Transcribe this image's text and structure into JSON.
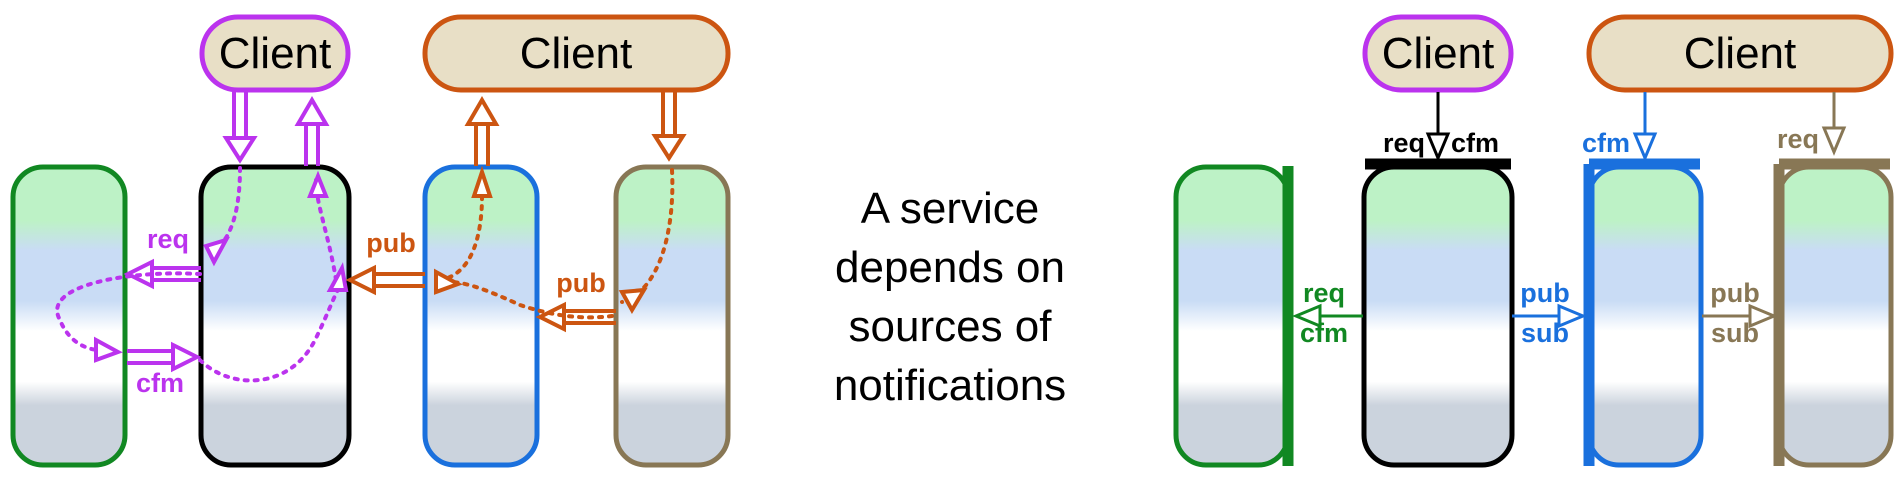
{
  "colors": {
    "purple": "#bb33ee",
    "orange": "#cc5511",
    "green": "#118822",
    "blue": "#1a70dd",
    "brown": "#887755",
    "black": "#000000",
    "client_fill": "#e8dfc6",
    "service_top": "#bdf2c6",
    "service_mid": "#c9dcf5",
    "service_bottom": "#cbd3dd"
  },
  "left": {
    "client_purple": "Client",
    "client_orange": "Client",
    "label_req": "req",
    "label_cfm": "cfm",
    "label_pub_upper": "pub",
    "label_pub_lower": "pub"
  },
  "caption": {
    "line1": "A service",
    "line2": "depends on",
    "line3": "sources of",
    "line4": "notifications"
  },
  "right": {
    "client_purple": "Client",
    "client_orange": "Client",
    "port_black_req": "req",
    "port_black_cfm": "cfm",
    "port_blue_cfm": "cfm",
    "port_brown_req": "req",
    "green_req": "req",
    "green_cfm": "cfm",
    "blue_pub": "pub",
    "blue_sub": "sub",
    "brown_pub": "pub",
    "brown_sub": "sub"
  }
}
